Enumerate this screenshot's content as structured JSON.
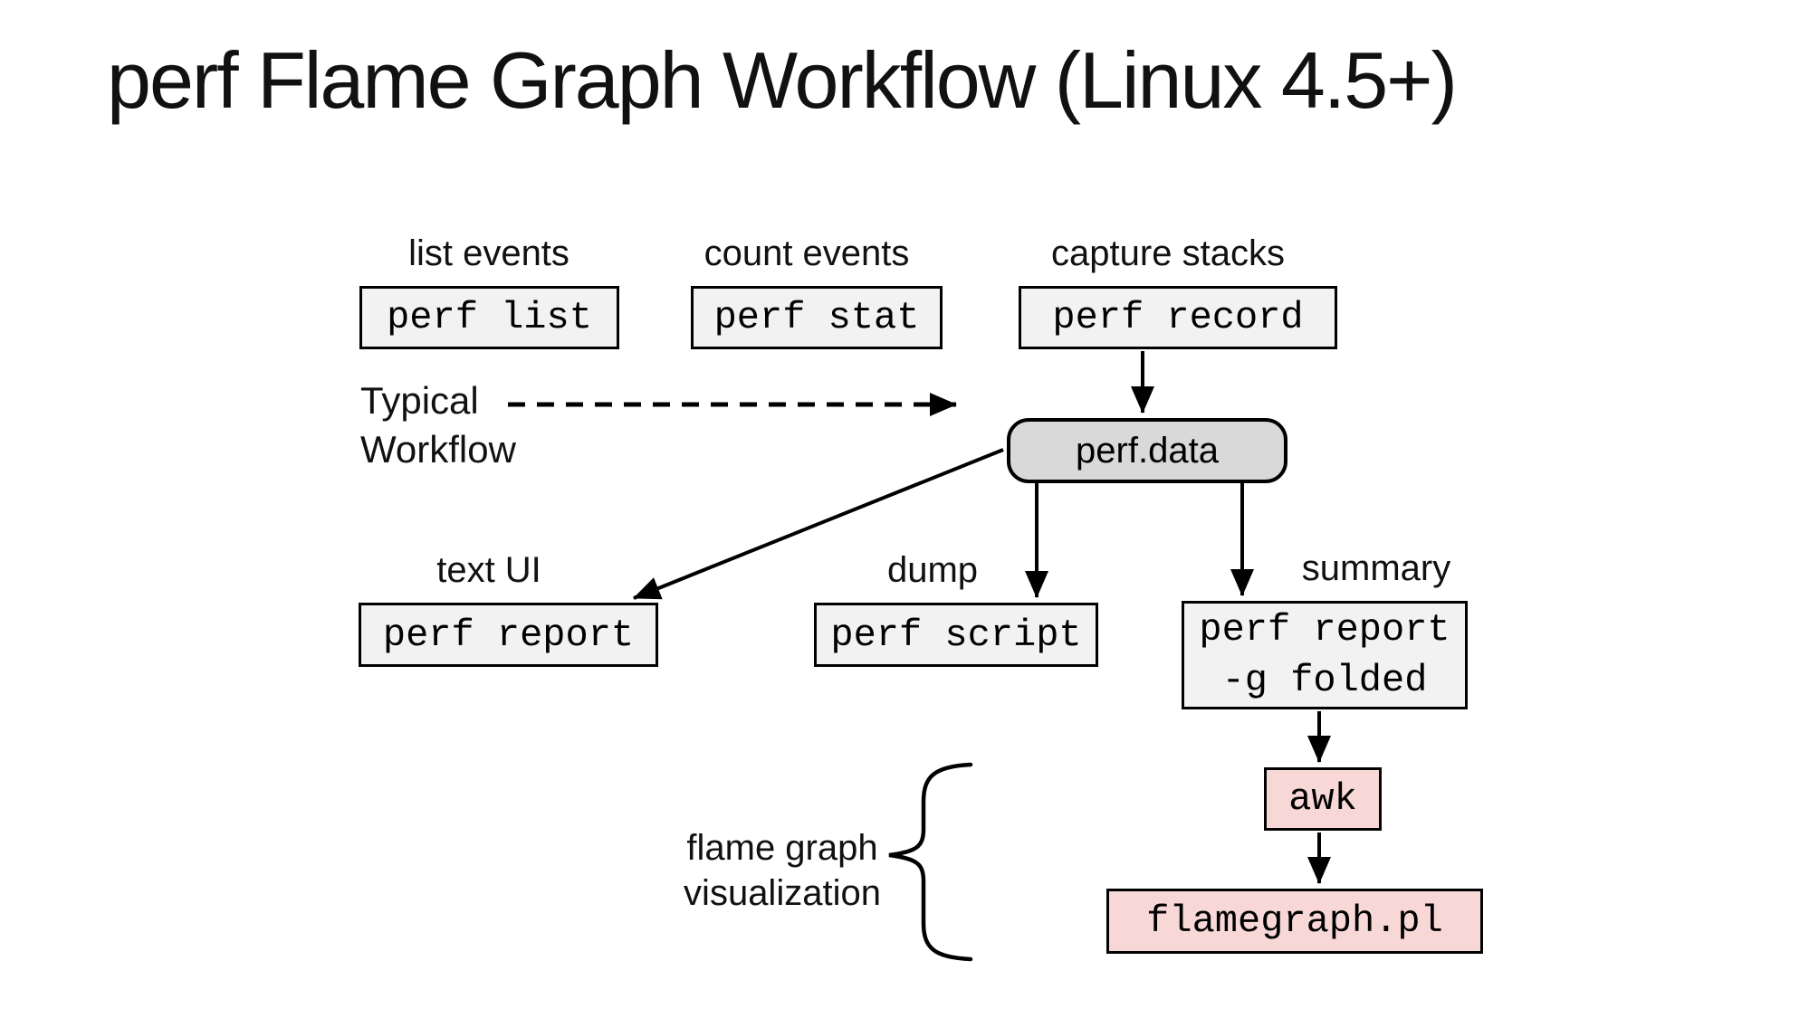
{
  "title": "perf Flame Graph Workflow (Linux 4.5+)",
  "colors": {
    "command_box_fill": "#f2f2f2",
    "data_node_fill": "#d9d9d9",
    "visualization_box_fill": "#f8d8d6",
    "border": "#000000",
    "text": "#111111"
  },
  "top_row": {
    "list": {
      "label": "list events",
      "command": "perf list"
    },
    "stat": {
      "label": "count events",
      "command": "perf stat"
    },
    "record": {
      "label": "capture stacks",
      "command": "perf record"
    }
  },
  "typical_workflow": {
    "line1": "Typical",
    "line2": "Workflow"
  },
  "data_node": {
    "label": "perf.data"
  },
  "output_row": {
    "report": {
      "label": "text UI",
      "command": "perf report"
    },
    "script": {
      "label": "dump",
      "command": "perf script"
    },
    "folded": {
      "label": "summary",
      "command_line1": "perf report",
      "command_line2": "-g folded"
    }
  },
  "visualization": {
    "label_line1": "flame graph",
    "label_line2": "visualization",
    "awk_command": "awk",
    "flamegraph_command": "flamegraph.pl"
  }
}
